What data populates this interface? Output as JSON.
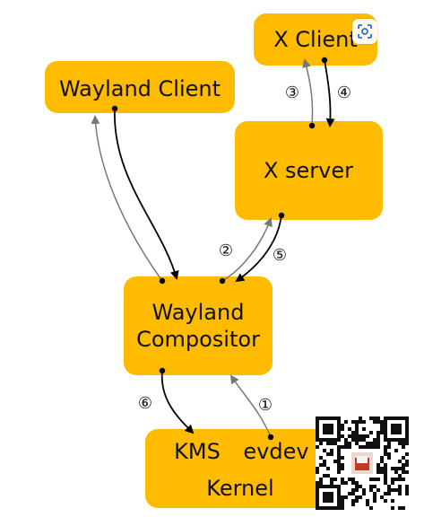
{
  "nodes": {
    "x_client": "X Client",
    "wayland_client": "Wayland Client",
    "x_server": "X server",
    "wayland_compositor_line1": "Wayland",
    "wayland_compositor_line2": "Compositor",
    "kernel_kms": "KMS",
    "kernel_evdev": "evdev",
    "kernel": "Kernel"
  },
  "steps": {
    "s1": "①",
    "s2": "②",
    "s3": "③",
    "s4": "④",
    "s5": "⑤",
    "s6": "⑥"
  },
  "colors": {
    "node_fill": "#FFBB00",
    "arrow_dark": "#000000",
    "arrow_light": "#777777"
  },
  "icons": {
    "lens": "google-lens-icon",
    "qr": "qr-code-icon"
  }
}
